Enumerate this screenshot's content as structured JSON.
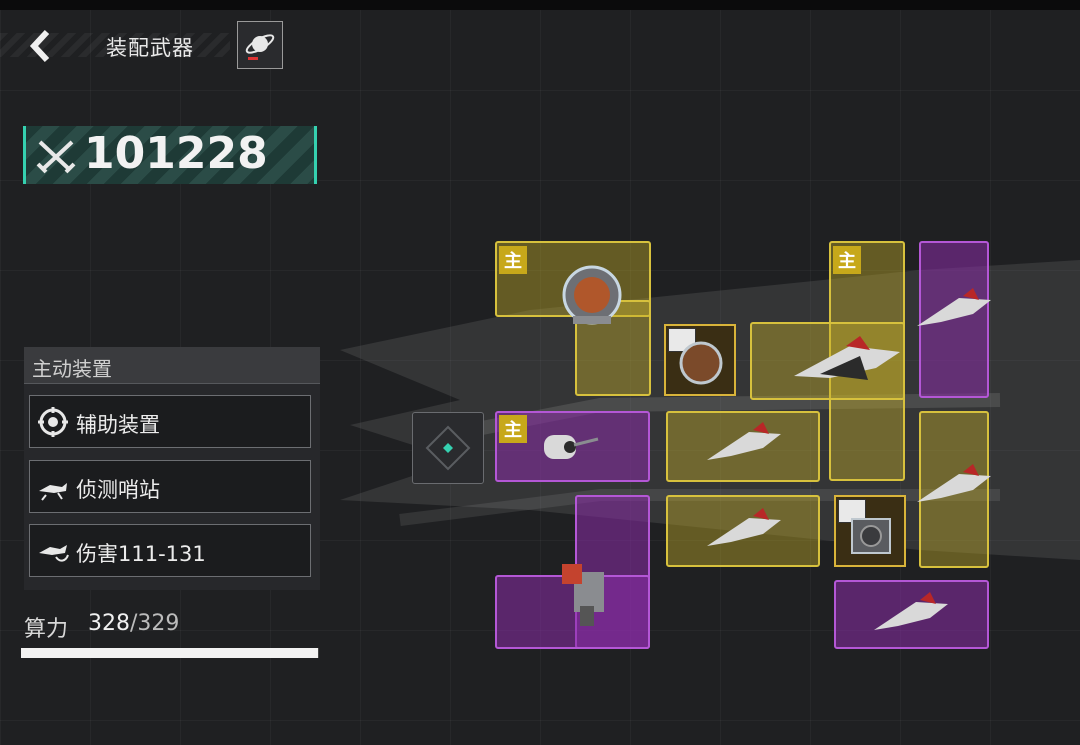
{
  "header": {
    "title": "装配武器"
  },
  "power": {
    "value": "101228"
  },
  "device_panel": {
    "title": "主动装置",
    "items": [
      {
        "label": "辅助装置",
        "icon": "target-icon"
      },
      {
        "label": "侦测哨站",
        "icon": "scout-drone-icon"
      },
      {
        "label": "伤害111-131",
        "icon": "damage-drone-icon"
      }
    ]
  },
  "compute": {
    "label": "算力",
    "used": "328",
    "separator": "/",
    "total": "329",
    "fraction": 0.997
  },
  "weapon_grid": {
    "main_tag": "主"
  },
  "colors": {
    "accent": "#35d1b0",
    "slot_yellow": "#d7c13d",
    "slot_purple": "#b457d6"
  }
}
